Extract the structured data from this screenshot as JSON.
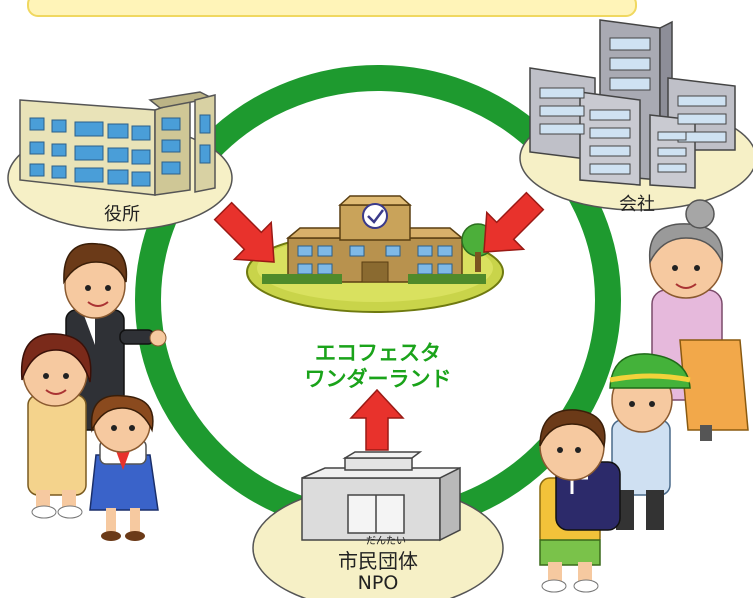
{
  "labels": {
    "yakusho": "役所",
    "kaisha": "会社",
    "shimin": "市民団体",
    "shimin_ruby": "だんたい",
    "npo": "NPO"
  },
  "center": {
    "line1": "エコフェスタ",
    "line2": "ワンダーランド"
  },
  "colors": {
    "ring": "#1e9a2f",
    "arrow": "#e8322c",
    "ellipse": "#f6f0c6",
    "banner": "#fff4b8",
    "title": "#1aa31a"
  },
  "icons": [
    "government-building-icon",
    "office-buildings-icon",
    "school-icon",
    "citizen-group-building-icon",
    "family-icon",
    "grandmother-children-icon"
  ]
}
